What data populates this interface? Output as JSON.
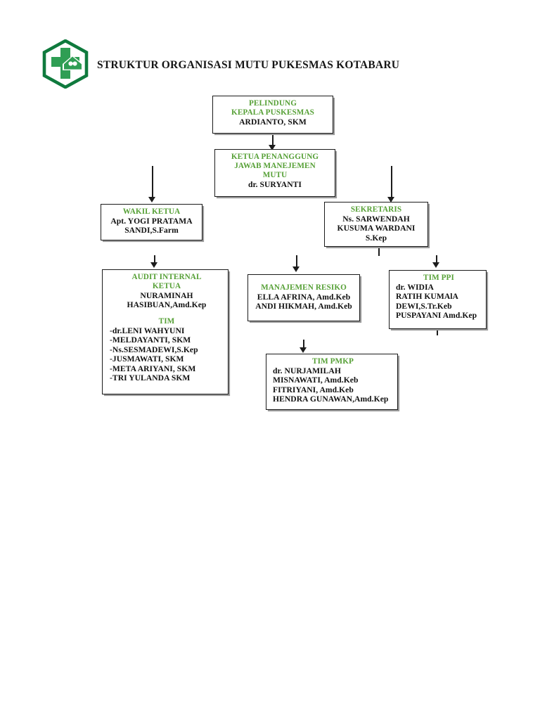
{
  "header": {
    "title": "STRUKTUR ORGANISASI MUTU PUKESMAS KOTABARU",
    "logo_icon": "green-hexagon-cross-clinic-logo"
  },
  "colors": {
    "title_green": "#56a036",
    "name_black": "#111111",
    "box_border": "#1a1a1a",
    "logo_green_dark": "#0f7a3d",
    "logo_green_light": "#2f9e54",
    "background": "#ffffff"
  },
  "nodes": {
    "pelindung": {
      "title_line1": "PELINDUNG",
      "title_line2": "KEPALA PUSKESMAS",
      "name1": "ARDIANTO, SKM"
    },
    "ketua": {
      "title_line1": "KETUA PENANGGUNG",
      "title_line2": "JAWAB MANEJEMEN",
      "title_line3": "MUTU",
      "name1": "dr. SURYANTI"
    },
    "wakil_ketua": {
      "title_line1": "WAKIL KETUA",
      "name1": "Apt. YOGI PRATAMA",
      "name2": "SANDI,S.Farm"
    },
    "sekretaris": {
      "title_line1": "SEKRETARIS",
      "name1": "Ns. SARWENDAH",
      "name2": "KUSUMA WARDANI",
      "name3": "S.Kep"
    },
    "audit_internal": {
      "title_line1": "AUDIT INTERNAL",
      "title_line2": "KETUA",
      "name1": "NURAMINAH",
      "name2": "HASIBUAN,Amd.Kep",
      "team_title": "TIM",
      "team1": "-dr.LENI WAHYUNI",
      "team2": "-MELDAYANTI, SKM",
      "team3": "-Ns.SESMADEWI,S.Kep",
      "team4": "-JUSMAWATI, SKM",
      "team5": "-META ARIYANI, SKM",
      "team6": "-TRI YULANDA SKM"
    },
    "manajemen_resiko": {
      "title_line1": "MANAJEMEN RESIKO",
      "name1": "ELLA AFRINA, Amd.Keb",
      "name2": "ANDI HIKMAH, Amd.Keb"
    },
    "tim_ppi": {
      "title_line1": "TIM PPI",
      "name1": "dr. WIDIA",
      "name2": "RATIH KUMAlA",
      "name3": "DEWI,S.Tr.Keb",
      "name4": "PUSPAYANI Amd.Kep"
    },
    "tim_pmkp": {
      "title_line1": "TIM PMKP",
      "name1": "dr. NURJAMILAH",
      "name2": "MISNAWATI, Amd.Keb",
      "name3": "FITRIYANI, Amd.Keb",
      "name4": "HENDRA GUNAWAN,Amd.Kep"
    }
  }
}
